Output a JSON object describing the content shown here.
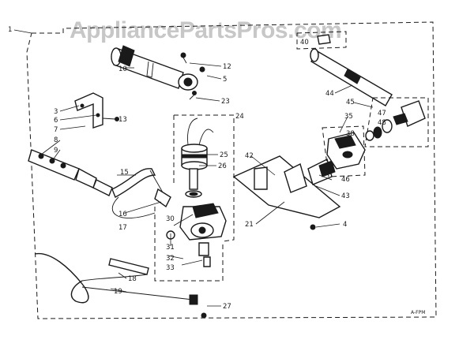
{
  "watermark": "AppliancePartsPros.com",
  "diagram_code": "A-FPM",
  "callouts": [
    "1",
    "10",
    "12",
    "5",
    "23",
    "24",
    "3",
    "6",
    "7",
    "13",
    "8",
    "9",
    "15",
    "16",
    "17",
    "25",
    "26",
    "30",
    "31",
    "32",
    "33",
    "18",
    "19",
    "27",
    "21",
    "42",
    "40",
    "44",
    "45",
    "47",
    "48",
    "35",
    "38",
    "46",
    "43",
    "4"
  ]
}
